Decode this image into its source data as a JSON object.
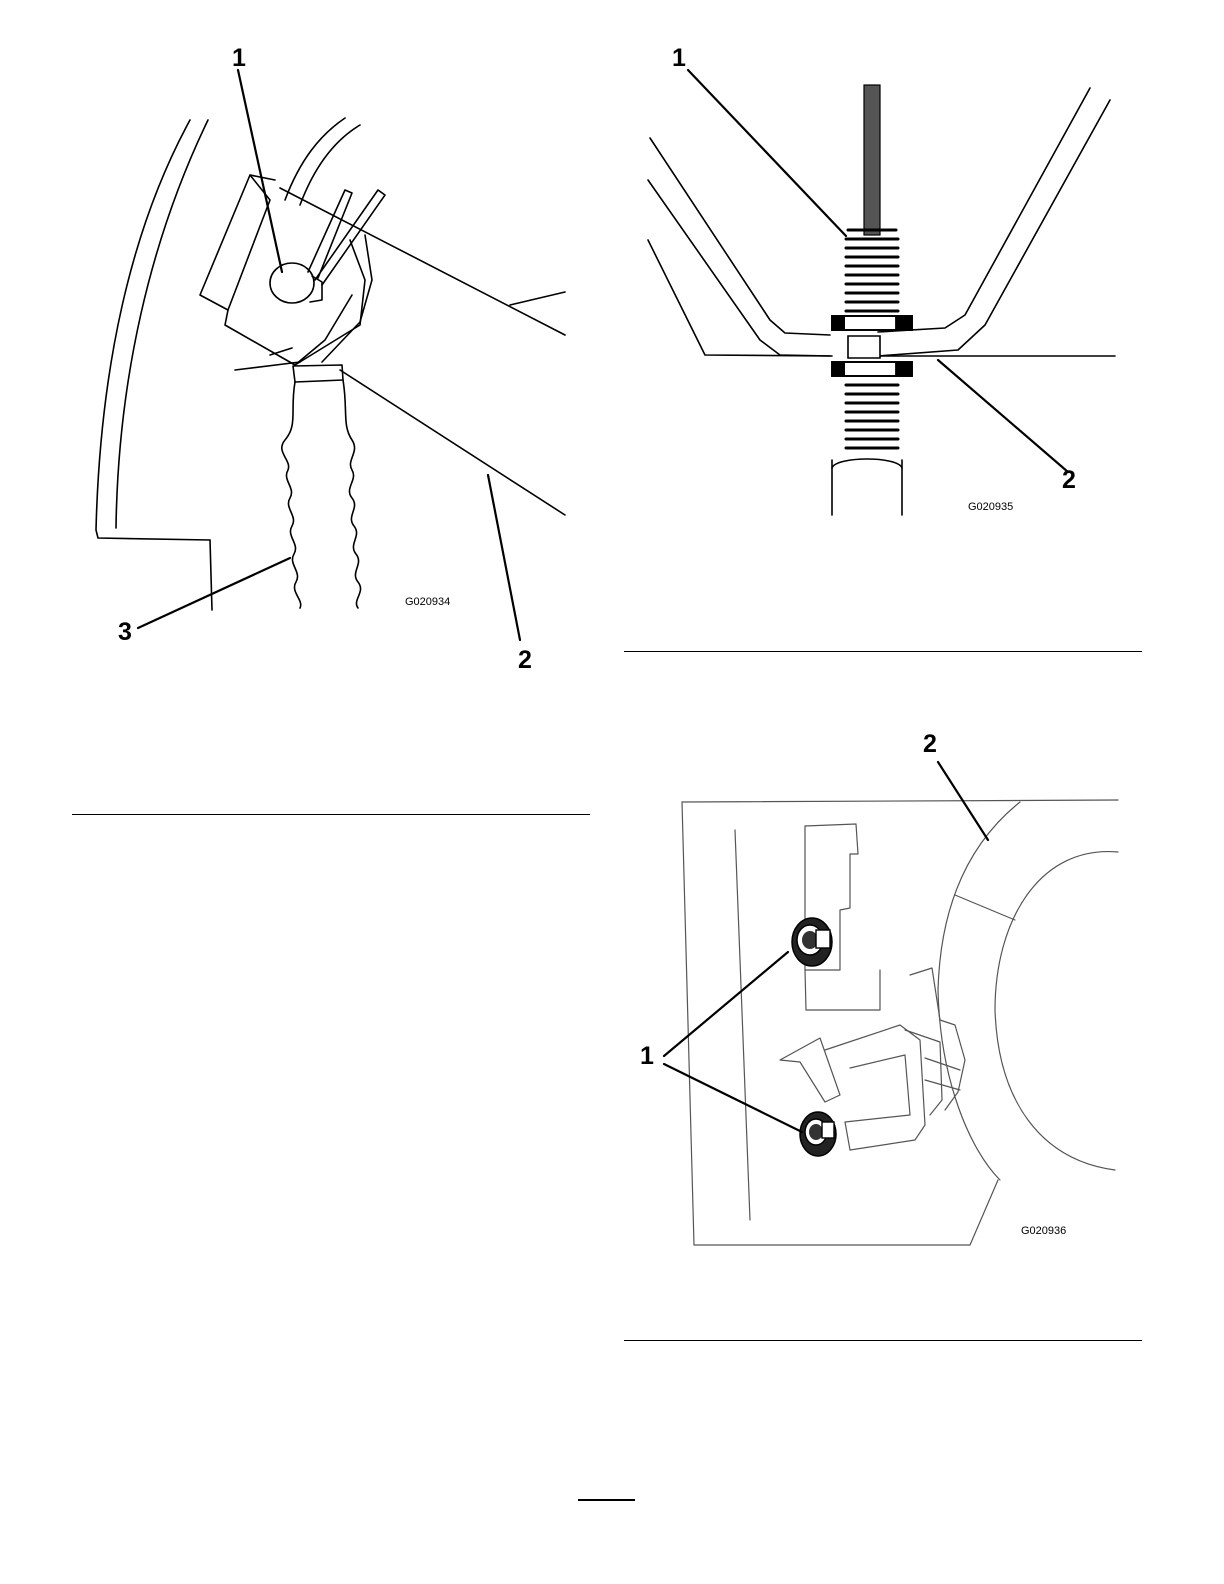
{
  "figures": [
    {
      "id": "G020934",
      "callouts": [
        "1",
        "2",
        "3"
      ]
    },
    {
      "id": "G020935",
      "callouts": [
        "1",
        "2"
      ]
    },
    {
      "id": "G020936",
      "callouts": [
        "1",
        "2"
      ]
    }
  ]
}
